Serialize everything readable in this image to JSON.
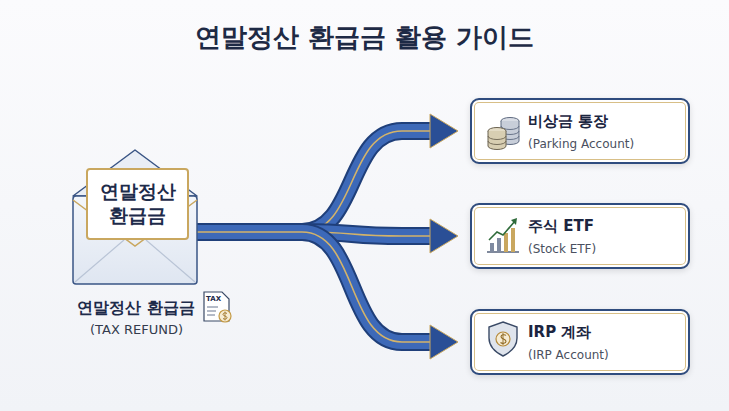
{
  "diagram": {
    "title": "연말정산 환급금 활용 가이드",
    "nodes": [
      {
        "text": [
          "연말정산 환급금",
          "연말정산 환급금",
          "(TAX REFUND)"
        ]
      },
      {
        "text": [
          "비상금 통장",
          "(Parking Account)"
        ]
      },
      {
        "text": [
          "주식 ETF",
          "(Stock ETF)"
        ]
      },
      {
        "text": [
          "IRP 계좌",
          "(IRP Account)"
        ]
      }
    ],
    "edges": [
      {
        "from": 0,
        "to": 1,
        "arrow": "to"
      },
      {
        "from": 0,
        "to": 2,
        "arrow": "to"
      },
      {
        "from": 0,
        "to": 3,
        "arrow": "to"
      }
    ],
    "labels": [
      "TAX"
    ]
  }
}
